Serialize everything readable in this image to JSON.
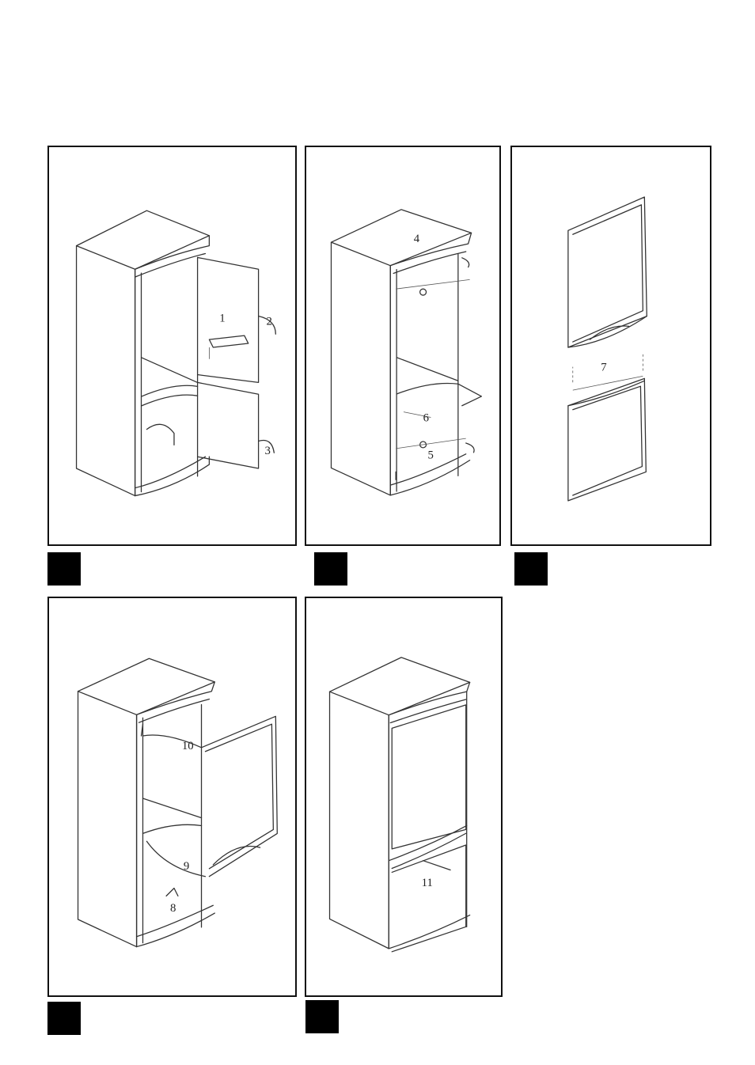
{
  "figures": [
    {
      "id": "fig1",
      "callouts": [
        "1",
        "2",
        "3"
      ]
    },
    {
      "id": "fig2",
      "callouts": [
        "4",
        "5",
        "6"
      ]
    },
    {
      "id": "fig3",
      "callouts": [
        "7"
      ]
    },
    {
      "id": "fig4",
      "callouts": [
        "8",
        "9",
        "10"
      ]
    },
    {
      "id": "fig5",
      "callouts": [
        "11"
      ]
    }
  ],
  "colors": {
    "line": "#333333",
    "marker": "#000000",
    "border": "#111111"
  }
}
